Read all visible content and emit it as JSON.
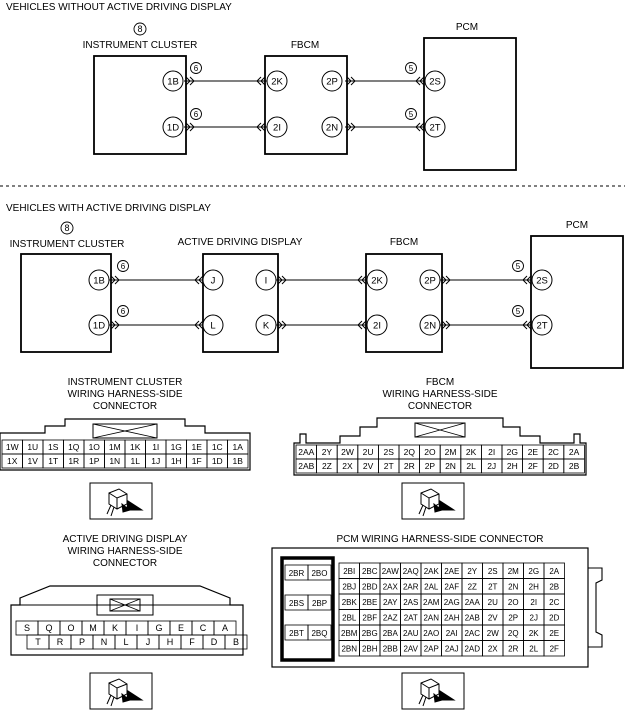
{
  "sec1": {
    "heading": "VEHICLES WITHOUT ACTIVE DRIVING DISPLAY",
    "ic_num": "8",
    "ic_label": "INSTRUMENT CLUSTER",
    "fbcm_label": "FBCM",
    "pcm_label": "PCM",
    "ic_pins": [
      "1B",
      "1D"
    ],
    "fbcm_left_pins": [
      "2K",
      "2I"
    ],
    "fbcm_right_pins": [
      "2P",
      "2N"
    ],
    "pcm_pins": [
      "2S",
      "2T"
    ],
    "wire_num_ic": "6",
    "wire_num_pcm": "5"
  },
  "sec2": {
    "heading": "VEHICLES WITH ACTIVE DRIVING DISPLAY",
    "ic_num": "8",
    "ic_label": "INSTRUMENT CLUSTER",
    "add_label": "ACTIVE DRIVING DISPLAY",
    "fbcm_label": "FBCM",
    "pcm_label": "PCM",
    "ic_pins": [
      "1B",
      "1D"
    ],
    "add_left_pins": [
      "J",
      "L"
    ],
    "add_right_pins": [
      "I",
      "K"
    ],
    "fbcm_left_pins": [
      "2K",
      "2I"
    ],
    "fbcm_right_pins": [
      "2P",
      "2N"
    ],
    "pcm_pins": [
      "2S",
      "2T"
    ],
    "wire_num_ic": "6",
    "wire_num_pcm": "5"
  },
  "ic_connector": {
    "title": [
      "INSTRUMENT CLUSTER",
      "WIRING HARNESS-SIDE",
      "CONNECTOR"
    ],
    "row1": [
      "1W",
      "1U",
      "1S",
      "1Q",
      "1O",
      "1M",
      "1K",
      "1I",
      "1G",
      "1E",
      "1C",
      "1A"
    ],
    "row2": [
      "1X",
      "1V",
      "1T",
      "1R",
      "1P",
      "1N",
      "1L",
      "1J",
      "1H",
      "1F",
      "1D",
      "1B"
    ]
  },
  "fbcm_connector": {
    "title": [
      "FBCM",
      "WIRING HARNESS-SIDE",
      "CONNECTOR"
    ],
    "row1": [
      "2AA",
      "2Y",
      "2W",
      "2U",
      "2S",
      "2Q",
      "2O",
      "2M",
      "2K",
      "2I",
      "2G",
      "2E",
      "2C",
      "2A"
    ],
    "row2": [
      "2AB",
      "2Z",
      "2X",
      "2V",
      "2T",
      "2R",
      "2P",
      "2N",
      "2L",
      "2J",
      "2H",
      "2F",
      "2D",
      "2B"
    ]
  },
  "add_connector": {
    "title": [
      "ACTIVE DRIVING DISPLAY",
      "WIRING HARNESS-SIDE",
      "CONNECTOR"
    ],
    "row1": [
      "S",
      "Q",
      "O",
      "M",
      "K",
      "I",
      "G",
      "E",
      "C",
      "A"
    ],
    "row2": [
      "T",
      "R",
      "P",
      "N",
      "L",
      "J",
      "H",
      "F",
      "D",
      "B"
    ]
  },
  "pcm_connector": {
    "title": "PCM WIRING HARNESS-SIDE CONNECTOR",
    "left_block": [
      [
        "2BR",
        "2BO"
      ],
      [
        "2BS",
        "2BP"
      ],
      [
        "2BT",
        "2BQ"
      ]
    ],
    "rows": [
      [
        "2BI",
        "2BC",
        "2AW",
        "2AQ",
        "2AK",
        "2AE",
        "2Y",
        "2S",
        "2M",
        "2G",
        "2A"
      ],
      [
        "2BJ",
        "2BD",
        "2AX",
        "2AR",
        "2AL",
        "2AF",
        "2Z",
        "2T",
        "2N",
        "2H",
        "2B"
      ],
      [
        "2BK",
        "2BE",
        "2AY",
        "2AS",
        "2AM",
        "2AG",
        "2AA",
        "2U",
        "2O",
        "2I",
        "2C"
      ],
      [
        "2BL",
        "2BF",
        "2AZ",
        "2AT",
        "2AN",
        "2AH",
        "2AB",
        "2V",
        "2P",
        "2J",
        "2D"
      ],
      [
        "2BM",
        "2BG",
        "2BA",
        "2AU",
        "2AO",
        "2AI",
        "2AC",
        "2W",
        "2Q",
        "2K",
        "2E"
      ],
      [
        "2BN",
        "2BH",
        "2BB",
        "2AV",
        "2AP",
        "2AJ",
        "2AD",
        "2X",
        "2R",
        "2L",
        "2F"
      ]
    ]
  }
}
